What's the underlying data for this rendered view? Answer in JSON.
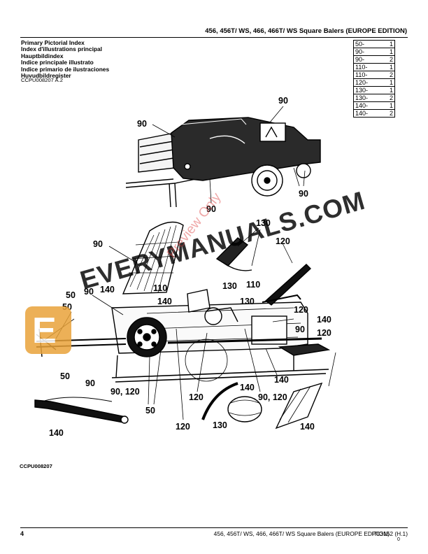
{
  "header": {
    "title": "456, 456T/ WS, 466, 466T/ WS Square Balers (EUROPE EDITION)"
  },
  "index_titles": [
    "Primary Pictorial Index",
    "Index d'illustrations principal",
    "Hauptbildindex",
    "Indice principale illustrato",
    "Indice primario de ilustraciones",
    "Huvudbildregister"
  ],
  "figure_code_top": "CCPU008207 A.2",
  "page_refs": [
    {
      "page": "50-",
      "sheet": "1"
    },
    {
      "page": "90-",
      "sheet": "1"
    },
    {
      "page": "90-",
      "sheet": "2"
    },
    {
      "page": "110-",
      "sheet": "1"
    },
    {
      "page": "110-",
      "sheet": "2"
    },
    {
      "page": "120-",
      "sheet": "1"
    },
    {
      "page": "130-",
      "sheet": "1"
    },
    {
      "page": "130-",
      "sheet": "2"
    },
    {
      "page": "140-",
      "sheet": "1"
    },
    {
      "page": "140-",
      "sheet": "2"
    }
  ],
  "callouts": {
    "c01": "90",
    "c02": "90",
    "c03": "90",
    "c04": "90",
    "c05": "90",
    "c06": "130",
    "c07": "120",
    "c08": "90",
    "c09": "140",
    "c10": "50",
    "c11": "50",
    "c12": "110",
    "c13": "140",
    "c14": "130",
    "c15": "110",
    "c16": "130",
    "c17": "120",
    "c18": "140",
    "c19": "90",
    "c20": "120",
    "c21": "50",
    "c22": "90",
    "c23": "90, 120",
    "c24": "50",
    "c25": "120",
    "c26": "120",
    "c27": "140",
    "c28": "90, 120",
    "c29": "140",
    "c30": "130",
    "c31": "140",
    "c32": "140"
  },
  "watermark": {
    "logo_letter": "E",
    "site": "EVERYMANUALS.COM",
    "preview": "Preview Only"
  },
  "figure_code_bottom": "CCPU008207",
  "footer": {
    "page_number": "4",
    "title": "456, 456T/ WS, 466, 466T/ WS Square Balers (EUROPE EDITION)",
    "revision": "PC3152   (H.1)",
    "mark": "0"
  }
}
